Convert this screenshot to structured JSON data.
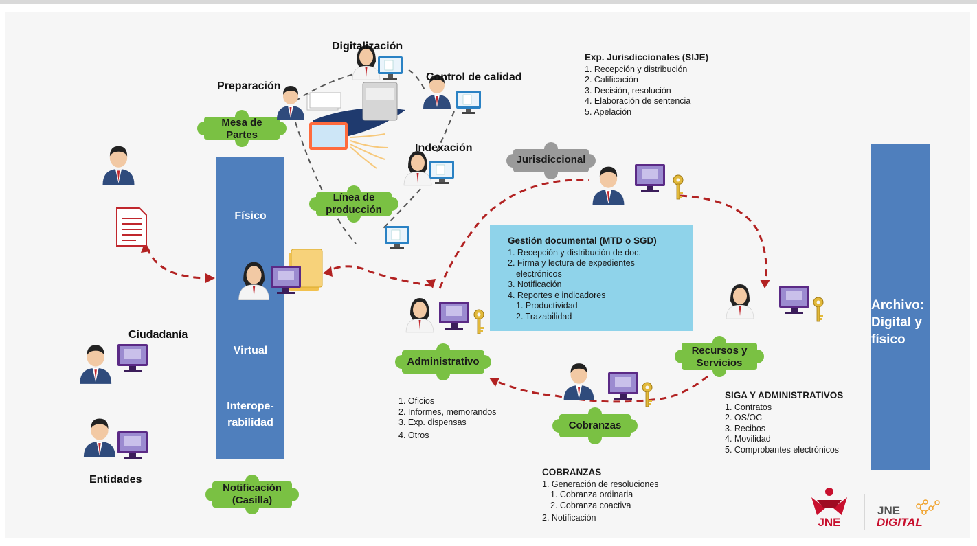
{
  "colors": {
    "channel_column": "#4f7fbd",
    "archive_column": "#4f7fbd",
    "puzzle_piece": "#7ac143",
    "puzzle_gray": "#9a9a9a",
    "dashed_red": "#b22222",
    "gestion_box": "#8fd3ea",
    "brand_red": "#c8102e"
  },
  "labels": {
    "digitalizacion": "Digitalización",
    "control_calidad": "Control de calidad",
    "preparacion": "Preparación",
    "indexacion": "Indexación",
    "ciudadania": "Ciudadanía",
    "entidades": "Entidades"
  },
  "pieces": {
    "mesa_partes": "Mesa de Partes",
    "linea_produccion": "Línea de producción",
    "jurisdiccional": "Jurisdiccional",
    "administrativo": "Administrativo",
    "cobranzas": "Cobranzas",
    "recursos_servicios": "Recursos y Servicios",
    "notificacion_casilla": "Notificación (Casilla)"
  },
  "channels": {
    "fisico": "Físico",
    "virtual": "Virtual",
    "interop": "Interope- rabilidad"
  },
  "archivo": "Archivo: Digital y físico",
  "sije": {
    "title": "Exp. Jurisdiccionales (SIJE)",
    "items": [
      "1. Recepción y distribución",
      "2. Calificación",
      "3. Decisión, resolución",
      "4. Elaboración de sentencia",
      "5. Apelación"
    ]
  },
  "gestion": {
    "title": "Gestión documental (MTD o SGD)",
    "items": [
      "1. Recepción y distribución de doc.",
      "2. Firma y lectura de expedientes",
      "electrónicos",
      "3. Notificación",
      "4. Reportes e indicadores"
    ],
    "subitems": [
      "1. Productividad",
      "2. Trazabilidad"
    ]
  },
  "admin_list": [
    "1. Oficios",
    "2. Informes, memorandos",
    "3. Exp. dispensas",
    "4. Otros"
  ],
  "siga": {
    "title": "SIGA Y ADMINISTRATIVOS",
    "items": [
      "1. Contratos",
      "2. OS/OC",
      "3. Recibos",
      "4. Movilidad",
      "5. Comprobantes electrónicos"
    ]
  },
  "cobranzas_list": {
    "title": "COBRANZAS",
    "item1": "1. Generación de resoluciones",
    "subitems": [
      "1. Cobranza ordinaria",
      "2. Cobranza coactiva"
    ],
    "item2": "2. Notificación"
  },
  "logos": {
    "jne": "JNE",
    "jne_digital_1": "JNE",
    "jne_digital_2": "DIGITAL"
  }
}
